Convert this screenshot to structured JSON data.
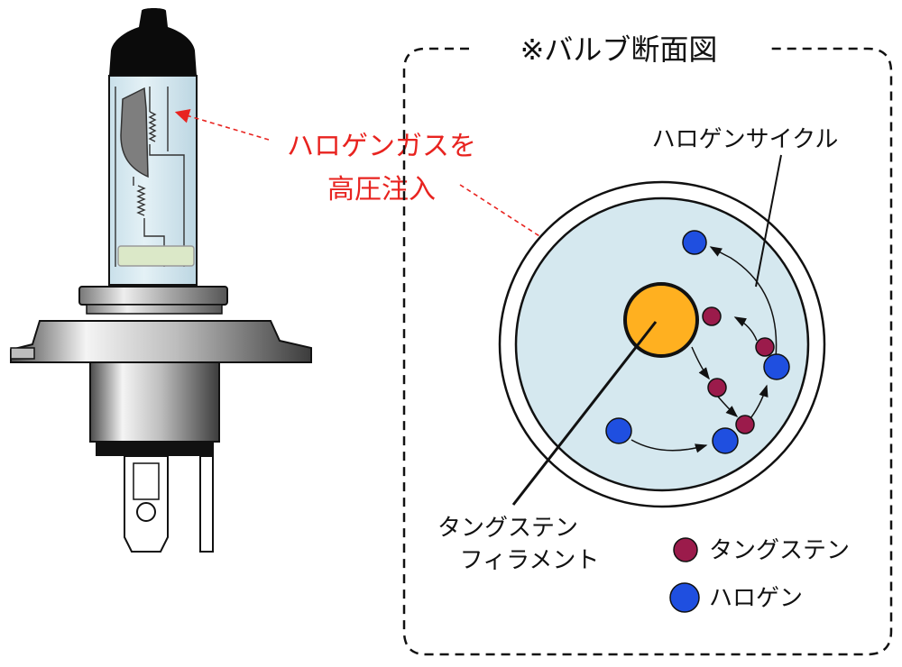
{
  "title": "※バルブ断面図",
  "callout": {
    "line1": "ハロゲンガスを",
    "line2": "高圧注入"
  },
  "labels": {
    "cycle": "ハロゲンサイクル",
    "filament_line1": "タングステン",
    "filament_line2": "フィラメント"
  },
  "legend": [
    {
      "label": "タングステン",
      "color": "#9b1b4b"
    },
    {
      "label": "ハロゲン",
      "color": "#1f4fe0"
    }
  ],
  "colors": {
    "accent": "#e8231f",
    "gas": "#d5e8ef",
    "filament": "#ffb020",
    "tungsten": "#9b1b4b",
    "halogen": "#1f4fe0"
  }
}
